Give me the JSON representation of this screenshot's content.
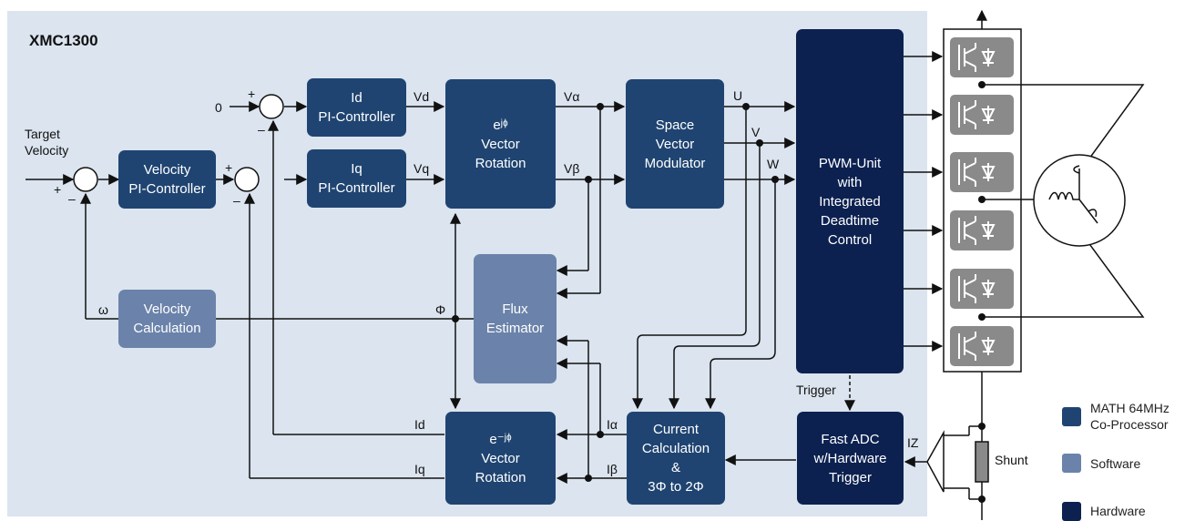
{
  "diagram": {
    "chip_label": "XMC1300",
    "blocks": {
      "velocity_pi": [
        "Velocity",
        "PI-Controller"
      ],
      "id_pi": [
        "Id",
        "PI-Controller"
      ],
      "iq_pi": [
        "Iq",
        "PI-Controller"
      ],
      "vector_rotation": [
        "eʲᶲ",
        "Vector",
        "Rotation"
      ],
      "space_vector_modulator": [
        "Space",
        "Vector",
        "Modulator"
      ],
      "pwm_unit": [
        "PWM-Unit",
        "with",
        "Integrated",
        "Deadtime",
        "Control"
      ],
      "velocity_calc": [
        "Velocity",
        "Calculation"
      ],
      "flux_estimator": [
        "Flux",
        "Estimator"
      ],
      "inverse_vector_rotation": [
        "e⁻ʲᶲ",
        "Vector",
        "Rotation"
      ],
      "current_calc": [
        "Current",
        "Calculation",
        "&",
        "3Φ to 2Φ"
      ],
      "fast_adc": [
        "Fast ADC",
        "w/Hardware",
        "Trigger"
      ]
    },
    "signals": {
      "target_velocity": [
        "Target",
        "Velocity"
      ],
      "zero": "0",
      "plus": "+",
      "minus": "–",
      "vd": "Vd",
      "vq": "Vq",
      "valpha": "Vα",
      "vbeta": "Vβ",
      "u": "U",
      "v": "V",
      "w": "W",
      "omega": "ω",
      "phi": "Φ",
      "id": "Id",
      "iq": "Iq",
      "ialpha": "Iα",
      "ibeta": "Iβ",
      "trigger": "Trigger",
      "iz": "IZ",
      "shunt": "Shunt"
    },
    "legend": [
      {
        "label": "MATH 64MHz Co-Processor",
        "color": "#1f4471"
      },
      {
        "label": "Software",
        "color": "#6b83aa"
      },
      {
        "label": "Hardware",
        "color": "#0c2150"
      }
    ]
  }
}
